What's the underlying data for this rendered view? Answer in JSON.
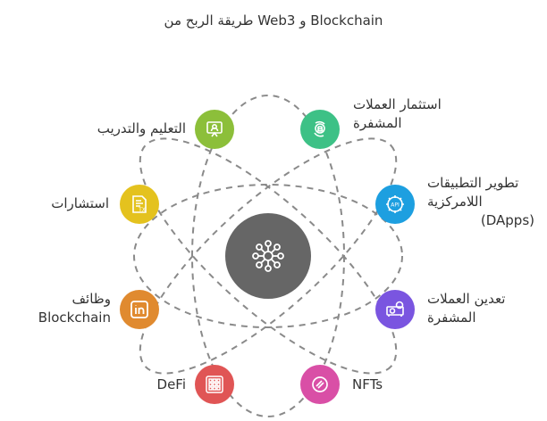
{
  "title": "طريقة الربح من Web3 و Blockchain",
  "center": {
    "icon": "network-hub-icon",
    "color": "#666666"
  },
  "nodes": [
    {
      "id": "crypto-investing",
      "icon": "coin-refresh-icon",
      "color": "#3dc186",
      "lines": [
        "استثمار العملات",
        "المشفرة"
      ]
    },
    {
      "id": "dapps",
      "icon": "gear-api-icon",
      "color": "#1d9fe0",
      "lines": [
        "تطوير التطبيقات",
        "اللامركزية",
        "(DApps)"
      ]
    },
    {
      "id": "mining",
      "icon": "mining-rig-icon",
      "color": "#7a55e0",
      "lines": [
        "تعدين العملات",
        "المشفرة"
      ]
    },
    {
      "id": "nfts",
      "icon": "nft-token-icon",
      "color": "#d94fa6",
      "lines": [
        "NFTs"
      ]
    },
    {
      "id": "defi",
      "icon": "grid-blocks-icon",
      "color": "#e05555",
      "lines": [
        "DeFi"
      ]
    },
    {
      "id": "jobs",
      "icon": "linkedin-icon",
      "color": "#e08a2f",
      "lines": [
        "وظائف",
        "Blockchain"
      ]
    },
    {
      "id": "consulting",
      "icon": "document-icon",
      "color": "#e4c21e",
      "lines": [
        "استشارات"
      ]
    },
    {
      "id": "education",
      "icon": "presentation-icon",
      "color": "#8cbf3a",
      "lines": [
        "التعليم والتدريب"
      ]
    }
  ]
}
